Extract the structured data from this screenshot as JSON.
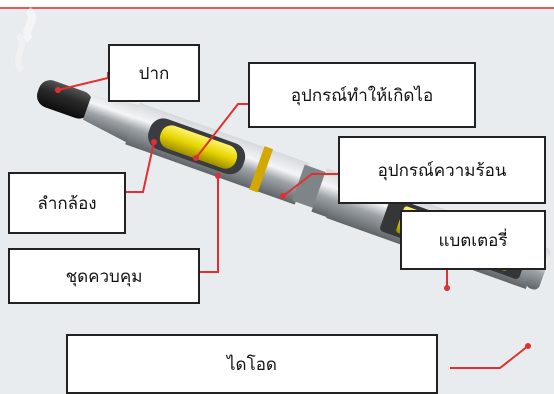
{
  "labels": {
    "mouthpiece": "ปาก",
    "atomizer": "อุปกรณ์ทำให้เกิดไอ",
    "heater": "อุปกรณ์ความร้อน",
    "barrel": "ลำกล้อง",
    "battery": "แบตเตอรี่",
    "controller": "ชุดควบคุม",
    "diode": "ไดโอด"
  },
  "colors": {
    "leader": "#e03030",
    "chamber": "#e6d400",
    "metal": "#a9adb2",
    "tip": "#222222"
  }
}
